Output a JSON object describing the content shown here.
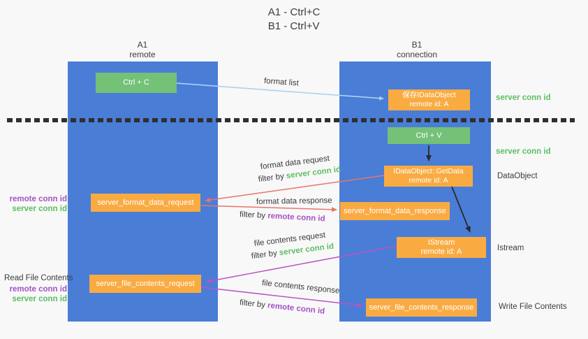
{
  "title": {
    "line1": "A1 - Ctrl+C",
    "line2": "B1 - Ctrl+V"
  },
  "columns": {
    "left": {
      "id": "A1",
      "sublabel": "remote"
    },
    "right": {
      "id": "B1",
      "sublabel": "connection"
    }
  },
  "boxes": {
    "ctrl_c": "Ctrl + C",
    "save_idataobject": {
      "line1": "保存IDataObject",
      "line2": "remote id: A"
    },
    "ctrl_v": "Ctrl + V",
    "getdata": {
      "line1": "IDataObject::GetData",
      "line2": "remote id: A"
    },
    "format_request": "server_format_data_request",
    "format_response": "server_format_data_response",
    "istream": {
      "line1": "IStream",
      "line2": "remote id: A"
    },
    "file_request": "server_file_contents_request",
    "file_response": "server_file_contents_response"
  },
  "arrow_labels": {
    "format_list": "format list",
    "format_data_request": "format data request",
    "format_data_response": "format data response",
    "file_contents_request": "file contents request",
    "file_contents_response": "file contents response",
    "filter_by": "filter by ",
    "server_conn_id": "server conn id",
    "remote_conn_id": "remote conn id"
  },
  "left_annotations": {
    "format_remote": "remote conn id",
    "format_server": "server conn id",
    "read_title": "Read File Contents",
    "file_remote": "remote conn id",
    "file_server": "server conn id"
  },
  "right_annotations": {
    "server_conn_id_top": "server conn id",
    "server_conn_id_mid": "server conn id",
    "dataobject": "DataObject",
    "istream": "Istream",
    "write_title": "Write File Contents"
  },
  "colors": {
    "lane_blue": "#4a7dd6",
    "box_green": "#74c178",
    "box_orange": "#f9ab42",
    "accent_green": "#5bbf63",
    "accent_purple": "#a453c6",
    "arrow_red": "#e8756a",
    "arrow_magenta": "#bb54c4",
    "arrow_light_blue": "#a9d3ee",
    "arrow_black": "#2b2b2b",
    "divider_dark": "#2f2f2f"
  }
}
